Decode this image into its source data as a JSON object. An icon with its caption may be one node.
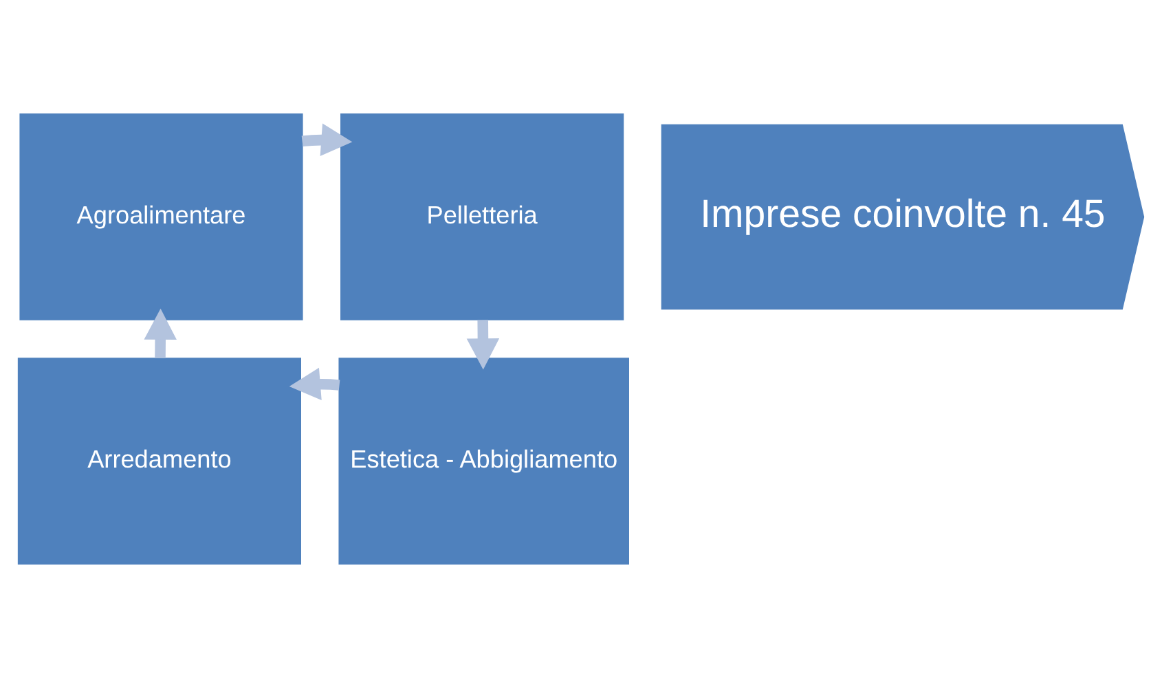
{
  "diagram": {
    "nodes": [
      {
        "text": [
          "Agroalimentare"
        ]
      },
      {
        "text": [
          "Pelletteria"
        ]
      },
      {
        "text": [
          "Estetica - Abbigliamento"
        ]
      },
      {
        "text": [
          "Arredamento"
        ]
      },
      {
        "text": [
          "Imprese coinvolte n. 45"
        ]
      }
    ],
    "edges": [
      {
        "from": 0,
        "to": 1,
        "arrow": "to"
      },
      {
        "from": 1,
        "to": 2,
        "arrow": "to"
      },
      {
        "from": 2,
        "to": 3,
        "arrow": "to"
      },
      {
        "from": 3,
        "to": 0,
        "arrow": "to"
      }
    ]
  }
}
